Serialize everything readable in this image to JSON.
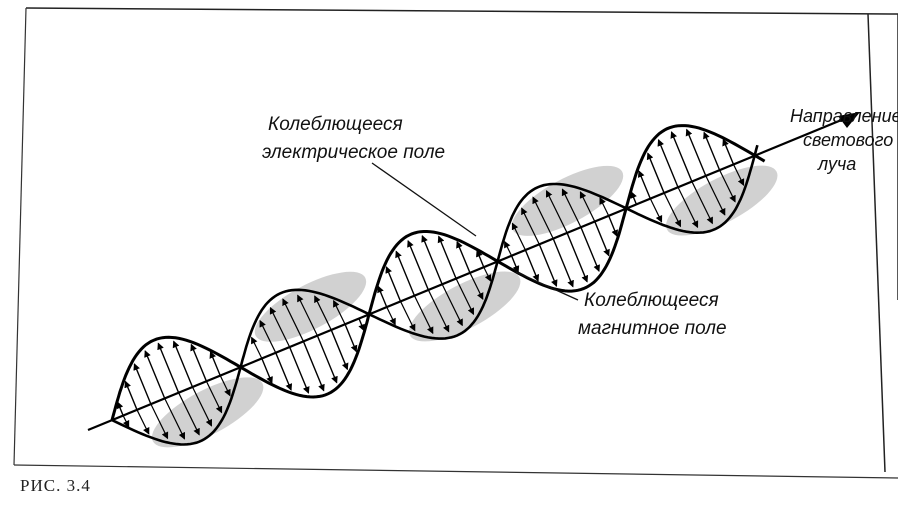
{
  "labels": {
    "electric_field": [
      "Колеблющееся",
      "электрическое поле"
    ],
    "magnetic_field": [
      "Колеблющееся",
      "магнитное поле"
    ],
    "direction": [
      "Направление",
      "светового",
      "луча"
    ]
  },
  "caption": "РИС. 3.4"
}
